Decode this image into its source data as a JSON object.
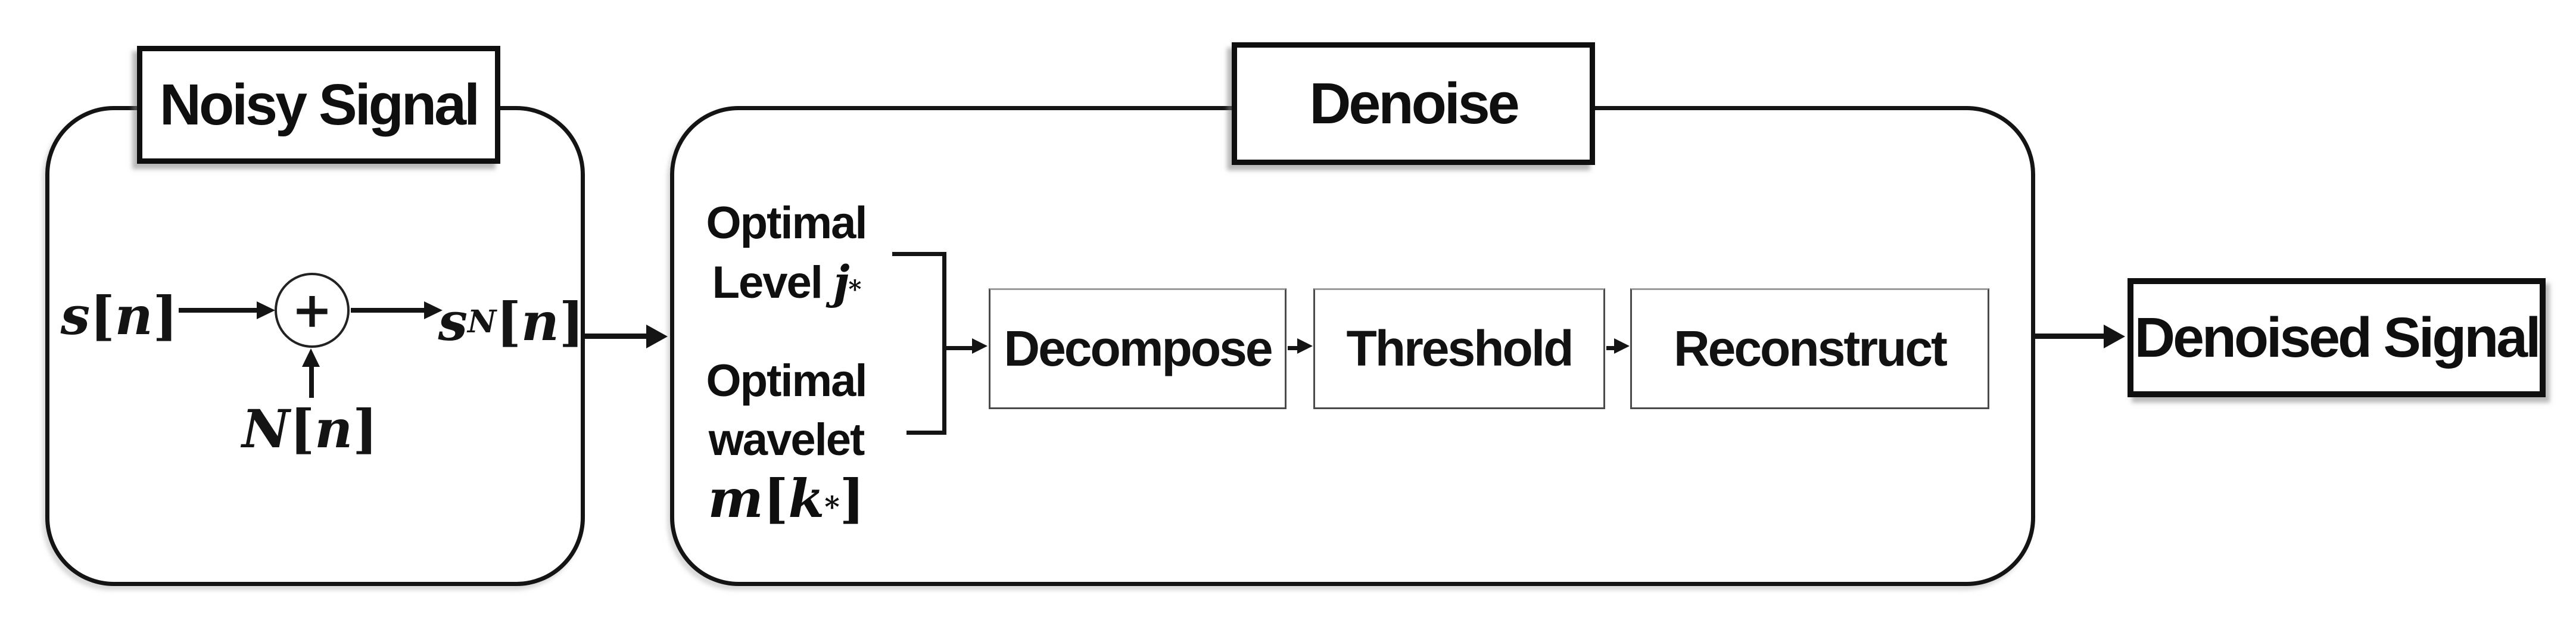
{
  "diagram": {
    "noisy": {
      "title": "Noisy Signal",
      "sum_operator": "+",
      "input_signal": {
        "v": "s",
        "open": "[",
        "arg": "n",
        "close": "]"
      },
      "noise_signal": {
        "v": "N",
        "open": "[",
        "arg": "n",
        "close": "]"
      },
      "output_signal": {
        "v": "s",
        "sub": "N",
        "open": "[",
        "arg": "n",
        "close": "]"
      }
    },
    "denoise": {
      "title": "Denoise",
      "optimal_level": {
        "line1": "Optimal",
        "label": "Level",
        "var": "j",
        "sup": "*"
      },
      "optimal_wavelet": {
        "line1": "Optimal",
        "line2": "wavelet",
        "expr": {
          "v": "m",
          "open": "[",
          "arg": "k",
          "sup": "*",
          "close": "]"
        }
      },
      "steps": [
        "Decompose",
        "Threshold",
        "Reconstruct"
      ]
    },
    "output_box": {
      "title": "Denoised Signal"
    }
  }
}
